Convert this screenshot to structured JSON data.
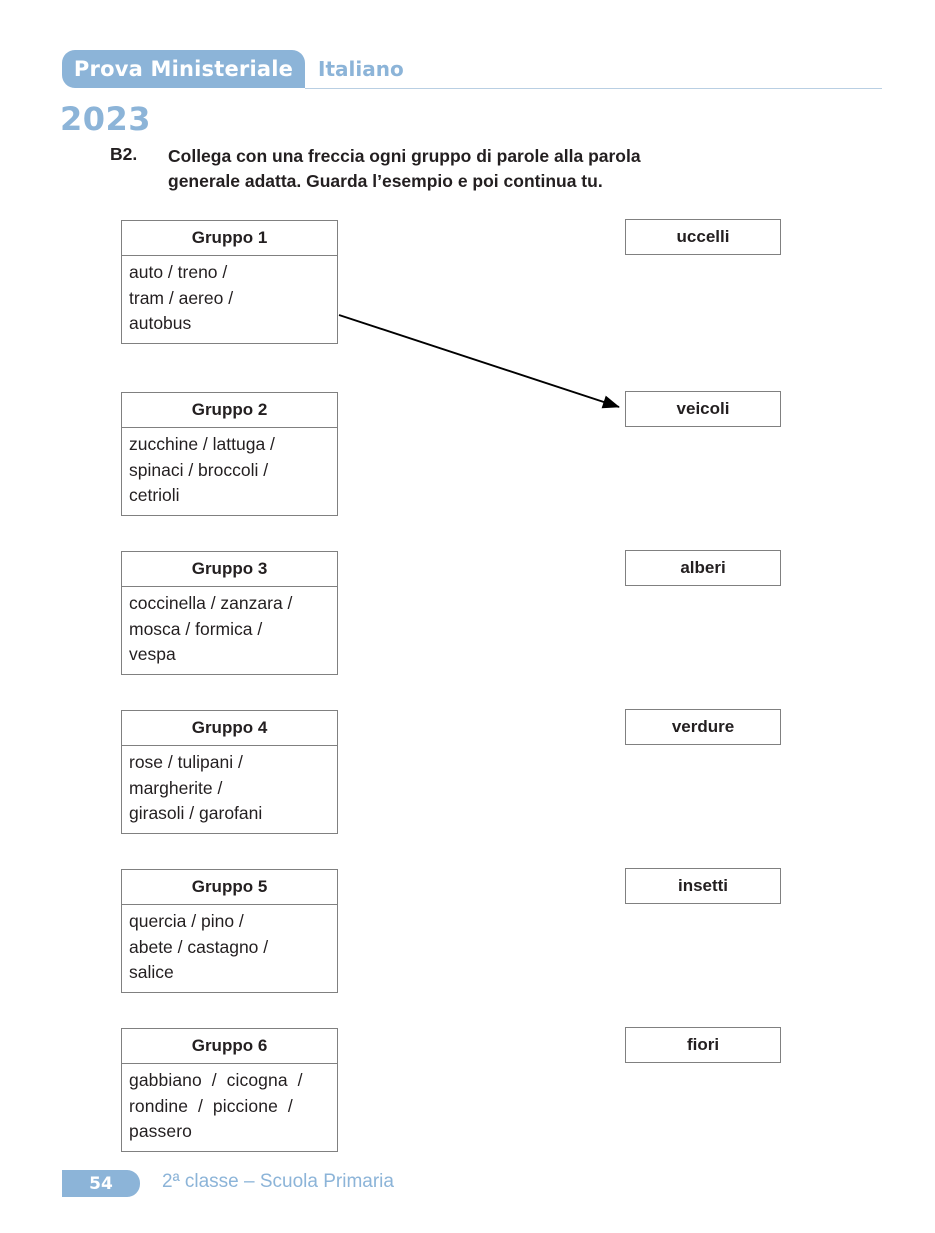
{
  "header": {
    "badge_label": "Prova Ministeriale",
    "subject": "Italiano",
    "year": "2023",
    "accent_color": "#8cb4d8",
    "rule_color": "#b9cfe3"
  },
  "instruction": {
    "number": "B2.",
    "line1": "Collega con una freccia ogni gruppo di parole alla parola",
    "line2": "generale adatta. Guarda l’esempio e poi continua tu."
  },
  "groups": [
    {
      "title": "Gruppo 1",
      "lines": [
        "auto / treno /",
        "tram / aereo /",
        "autobus"
      ],
      "justified": false
    },
    {
      "title": "Gruppo 2",
      "lines": [
        "zucchine / lattuga /",
        "spinaci / broccoli /",
        "cetrioli"
      ],
      "justified": false
    },
    {
      "title": "Gruppo 3",
      "lines": [
        "coccinella / zanzara /",
        "mosca / formica /",
        "vespa"
      ],
      "justified": false
    },
    {
      "title": "Gruppo 4",
      "lines": [
        "rose / tulipani /",
        "margherite /",
        "girasoli / garofani"
      ],
      "justified": false
    },
    {
      "title": "Gruppo 5",
      "lines": [
        "quercia / pino /",
        "abete / castagno /",
        "salice"
      ],
      "justified": false
    },
    {
      "title": "Gruppo 6",
      "lines": [
        "gabbiano  /  cicogna  /",
        "rondine  /  piccione  /",
        "passero"
      ],
      "justified": true
    }
  ],
  "categories": [
    {
      "label": "uccelli"
    },
    {
      "label": "veicoli"
    },
    {
      "label": "alberi"
    },
    {
      "label": "verdure"
    },
    {
      "label": "insetti"
    },
    {
      "label": "fiori"
    }
  ],
  "connection": {
    "from_group": "Gruppo 1",
    "to_category": "veicoli"
  },
  "footer": {
    "page_number": "54",
    "caption": "2ª classe – Scuola Primaria"
  }
}
